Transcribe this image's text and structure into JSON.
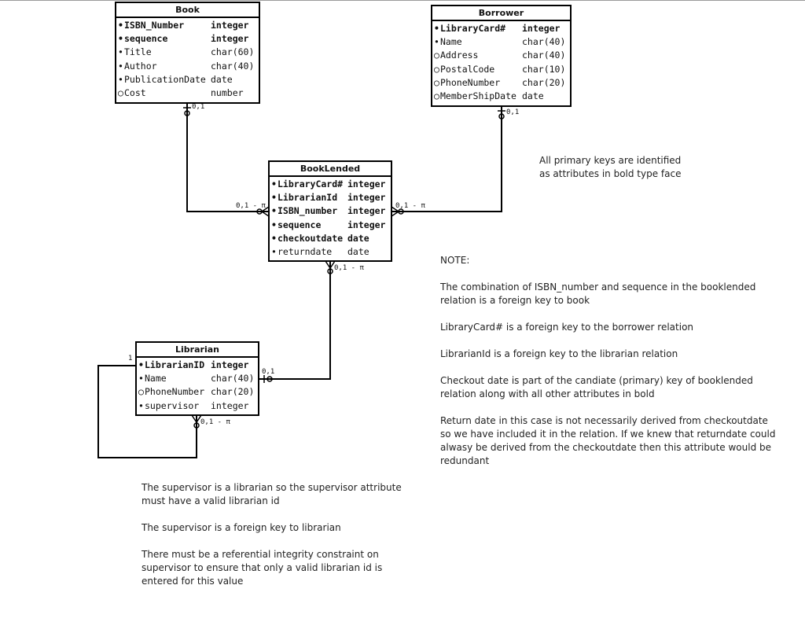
{
  "entities": {
    "book": {
      "title": "Book",
      "attrs": [
        {
          "marker": "•",
          "name": "ISBN_Number",
          "type": "integer",
          "pk": true
        },
        {
          "marker": "•",
          "name": "sequence",
          "type": "integer",
          "pk": true
        },
        {
          "marker": "•",
          "name": "Title",
          "type": "char(60)",
          "pk": false
        },
        {
          "marker": "•",
          "name": "Author",
          "type": "char(40)",
          "pk": false
        },
        {
          "marker": "•",
          "name": "PublicationDate",
          "type": "date",
          "pk": false
        },
        {
          "marker": "○",
          "name": "Cost",
          "type": "number",
          "pk": false
        }
      ]
    },
    "borrower": {
      "title": "Borrower",
      "attrs": [
        {
          "marker": "•",
          "name": "LibraryCard#",
          "type": "integer",
          "pk": true
        },
        {
          "marker": "•",
          "name": "Name",
          "type": "char(40)",
          "pk": false
        },
        {
          "marker": "○",
          "name": "Address",
          "type": "char(40)",
          "pk": false
        },
        {
          "marker": "○",
          "name": "PostalCode",
          "type": "char(10)",
          "pk": false
        },
        {
          "marker": "○",
          "name": "PhoneNumber",
          "type": "char(20)",
          "pk": false
        },
        {
          "marker": "○",
          "name": "MemberShipDate",
          "type": "date",
          "pk": false
        }
      ]
    },
    "booklended": {
      "title": "BookLended",
      "attrs": [
        {
          "marker": "•",
          "name": "LibraryCard#",
          "type": "integer",
          "pk": true
        },
        {
          "marker": "•",
          "name": "LibrarianId",
          "type": "integer",
          "pk": true
        },
        {
          "marker": "•",
          "name": "ISBN_number",
          "type": "integer",
          "pk": true
        },
        {
          "marker": "•",
          "name": "sequence",
          "type": "integer",
          "pk": true
        },
        {
          "marker": "•",
          "name": "checkoutdate",
          "type": "date",
          "pk": true
        },
        {
          "marker": "•",
          "name": "returndate",
          "type": "date",
          "pk": false
        }
      ]
    },
    "librarian": {
      "title": "Librarian",
      "attrs": [
        {
          "marker": "•",
          "name": "LibrarianID",
          "type": "integer",
          "pk": true
        },
        {
          "marker": "•",
          "name": "Name",
          "type": "char(40)",
          "pk": false
        },
        {
          "marker": "○",
          "name": "PhoneNumber",
          "type": "char(20)",
          "pk": false
        },
        {
          "marker": "•",
          "name": "supervisor",
          "type": "integer",
          "pk": false
        }
      ]
    }
  },
  "cardinality": {
    "book_one": "0,1",
    "borrower_one": "0,1",
    "booklended_left": "0,1 - π",
    "booklended_right": "0,1 - π",
    "booklended_bottom": "0,1 - π",
    "librarian_right": "0,1",
    "librarian_bottom": "0,1 - π",
    "librarian_self": "1"
  },
  "notes": {
    "primary_keys": [
      "All primary keys are identified",
      "as attributes in bold type face"
    ],
    "right": [
      [
        "NOTE:"
      ],
      [
        "The combination of ISBN_number and sequence in the booklended",
        "relation is a foreign key to book"
      ],
      [
        "LibraryCard# is a foreign key to the borrower relation"
      ],
      [
        "LibrarianId is a foreign key to the librarian relation"
      ],
      [
        "Checkout date is part of the candiate (primary) key of booklended",
        "relation along with all other attributes in bold"
      ],
      [
        "Return date in this case is not necessarily derived from checkoutdate",
        "so we have included it in the relation.  If we knew that returndate could",
        "alwasy be derived from the checkoutdate then this attribute would be",
        "redundant"
      ]
    ],
    "bottom": [
      [
        "The supervisor is a librarian so the supervisor attribute",
        "must have a valid librarian id"
      ],
      [
        "The supervisor is a foreign key to librarian"
      ],
      [
        "There must be a referential integrity constraint on",
        "supervisor to ensure that only a valid librarian id is",
        "entered for this value"
      ]
    ]
  }
}
